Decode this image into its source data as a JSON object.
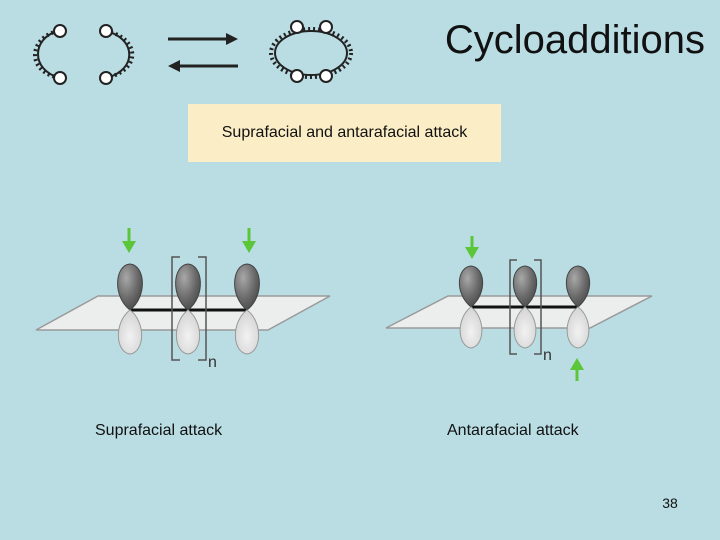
{
  "slide": {
    "title": "Cycloadditions",
    "subtitle": "Suprafacial and antarafacial attack",
    "page_number": "38"
  },
  "diagrams": {
    "left": {
      "caption": "Suprafacial attack",
      "n_label": "n"
    },
    "right": {
      "caption": "Antarafacial attack",
      "n_label": "n"
    }
  },
  "colors": {
    "background": "#b9dde3",
    "subtitle_box": "#fbeec6",
    "arrow_green": "#5cc63a",
    "lobe_dark": "#6b6b6b",
    "plane": "#e9ebeb"
  }
}
